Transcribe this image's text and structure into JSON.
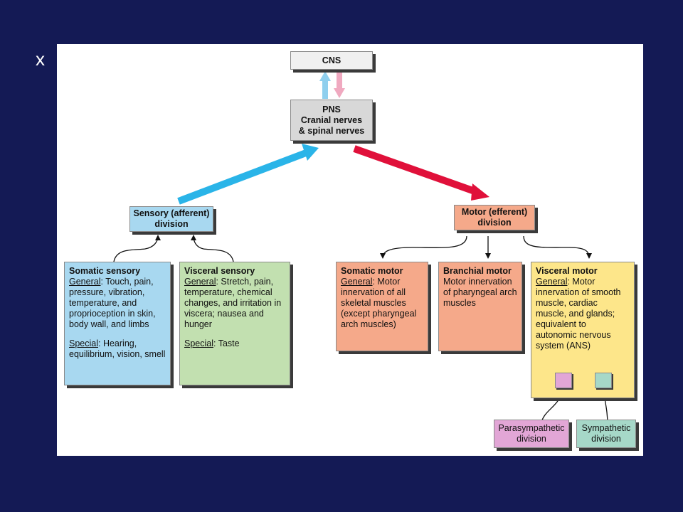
{
  "slide_mark": "x",
  "colors": {
    "background": "#141a55",
    "sensory_arrow": "#2ab4e8",
    "motor_arrow": "#e0103a",
    "sensory_box": "#a8d8f0",
    "visceral_sensory_box": "#c2e0b0",
    "motor_box": "#f5a98a",
    "visceral_motor_box": "#fde68a",
    "parasympathetic_box": "#e2a6d6",
    "sympathetic_box": "#a6d8c8"
  },
  "diagram": {
    "cns": "CNS",
    "pns": {
      "line1": "PNS",
      "line2": "Cranial nerves",
      "line3": "& spinal nerves"
    },
    "sensory_division": {
      "line1": "Sensory (afferent)",
      "line2": "division"
    },
    "motor_division": {
      "line1": "Motor (efferent)",
      "line2": "division"
    },
    "somatic_sensory": {
      "title": "Somatic sensory",
      "general_label": "General",
      "general_text": ": Touch, pain, pressure, vibration, temperature, and proprioception in skin, body wall, and limbs",
      "special_label": "Special",
      "special_text": ": Hearing, equilibrium, vision, smell"
    },
    "visceral_sensory": {
      "title": "Visceral sensory",
      "general_label": "General",
      "general_text": ": Stretch, pain, temperature, chemical changes, and irritation in viscera; nausea and hunger",
      "special_label": "Special",
      "special_text": ": Taste"
    },
    "somatic_motor": {
      "title": "Somatic motor",
      "general_label": "General",
      "general_text": ": Motor innervation of all skeletal muscles (except pharyngeal arch muscles)"
    },
    "branchial_motor": {
      "title": "Branchial motor",
      "text": "Motor innervation of pharyngeal arch muscles"
    },
    "visceral_motor": {
      "title": "Visceral motor",
      "general_label": "General",
      "general_text": ": Motor innervation of smooth muscle, cardiac muscle, and glands; equivalent to autonomic nervous system (ANS)"
    },
    "parasympathetic": {
      "line1": "Parasympathetic",
      "line2": "division"
    },
    "sympathetic": {
      "line1": "Sympathetic",
      "line2": "division"
    }
  }
}
